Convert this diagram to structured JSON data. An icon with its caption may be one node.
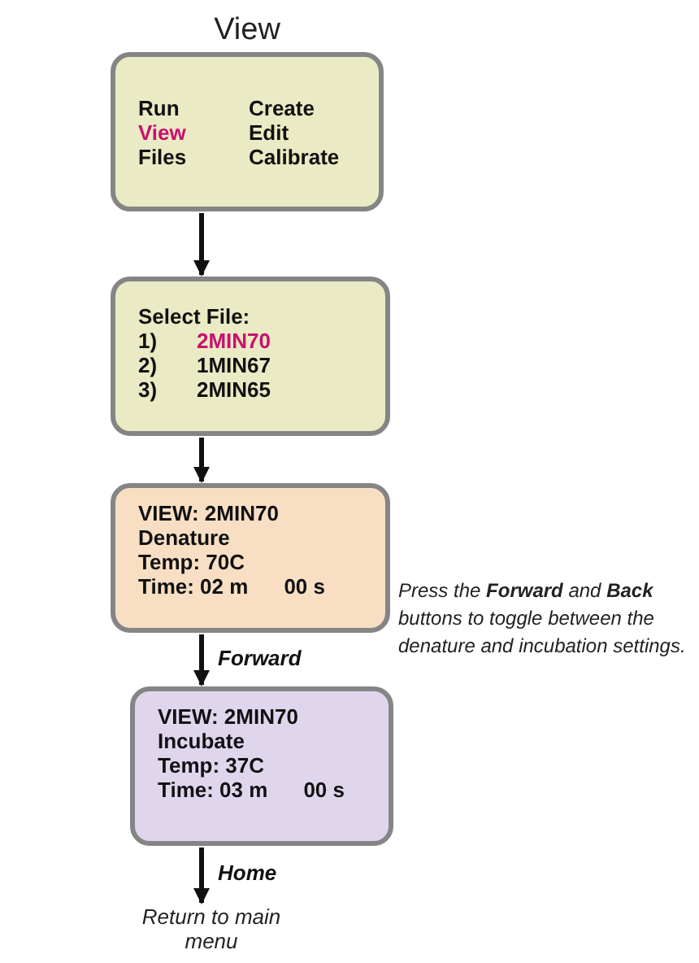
{
  "diagram": {
    "title": "View",
    "nodes": [
      {
        "text": [
          "Run",
          "Create",
          "View",
          "Edit",
          "Files",
          "Calibrate"
        ]
      },
      {
        "text": [
          "Select File:",
          "1)",
          "2MIN70",
          "2)",
          "1MIN67",
          "3)",
          "2MIN65"
        ]
      },
      {
        "text": [
          "VIEW: 2MIN70",
          "Denature",
          "Temp: 70C",
          "Time: 02 m",
          "00 s"
        ]
      },
      {
        "text": [
          "VIEW: 2MIN70",
          "Incubate",
          "Temp: 37C",
          "Time: 03 m",
          "00 s"
        ]
      },
      {
        "text": [
          "Return to main menu"
        ]
      }
    ],
    "edges": [
      {
        "from": 0,
        "to": 1,
        "arrow": "to"
      },
      {
        "from": 1,
        "to": 2,
        "arrow": "to"
      },
      {
        "from": 2,
        "to": 3,
        "arrow": "to",
        "label": "Forward"
      },
      {
        "from": 3,
        "to": 4,
        "arrow": "to",
        "label": "Home"
      }
    ],
    "labels": [
      "Press the **Forward** and **Back** buttons to toggle between the denature and incubation settings."
    ]
  }
}
